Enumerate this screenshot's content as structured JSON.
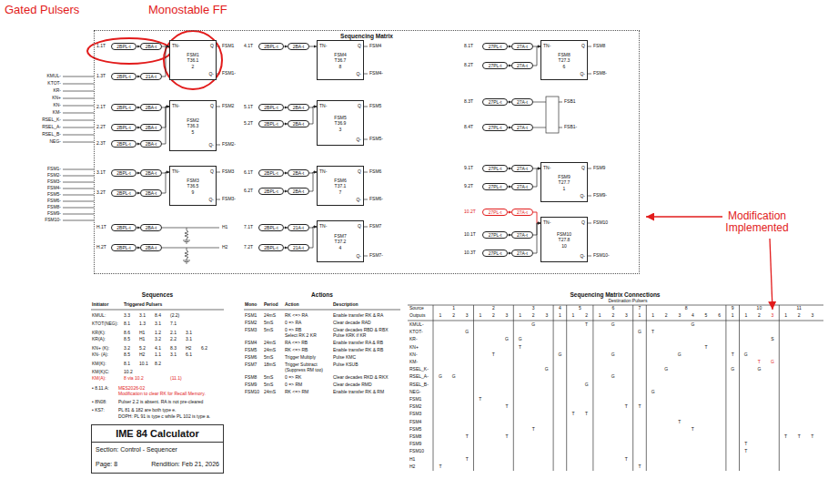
{
  "diagram": {
    "nodes": [
      {
        "text": [
          "Sequencing Matrix"
        ]
      },
      {
        "text": [
          "TN-",
          "FSM1 T36.1 2",
          "Q",
          "Q-"
        ],
        "in": 0
      },
      {
        "text": [
          "TN-",
          "FSM2 T36.3 5",
          "Q",
          "Q-"
        ],
        "in": 0
      },
      {
        "text": [
          "TN-",
          "FSM3 T36.5 9",
          "Q",
          "Q-"
        ],
        "in": 0
      },
      {
        "text": [
          "TN-",
          "FSM4 T36.7 8",
          "Q",
          "Q-"
        ],
        "in": 0
      },
      {
        "text": [
          "TN-",
          "FSM5 T36.9 3",
          "Q",
          "Q-"
        ],
        "in": 0
      },
      {
        "text": [
          "TN-",
          "FSM6 T37.1 7",
          "Q",
          "Q-"
        ],
        "in": 0
      },
      {
        "text": [
          "TN-",
          "FSM7 T37.2 4",
          "Q",
          "Q-"
        ],
        "in": 0
      },
      {
        "text": [
          "TN-",
          "FSM8 T27.3 6",
          "Q",
          "Q-"
        ],
        "in": 0
      },
      {
        "text": [
          "TN-",
          "FSM9 T27.7 1",
          "Q",
          "Q-"
        ],
        "in": 0
      },
      {
        "text": [
          "TN-",
          "FSM10 T27.8 10",
          "Q",
          "Q-"
        ],
        "in": 0
      },
      {
        "text": [
          "2BPL-t"
        ],
        "in": 0
      },
      {
        "text": [
          "2BA-t"
        ],
        "in": 0
      },
      {
        "text": [
          "2BPL-t"
        ],
        "in": 0
      },
      {
        "text": [
          "21A-t"
        ],
        "in": 0
      },
      {
        "text": [
          "2BPL-t"
        ],
        "in": 0
      },
      {
        "text": [
          "2BA-t"
        ],
        "in": 0
      },
      {
        "text": [
          "2BPL-t"
        ],
        "in": 0
      },
      {
        "text": [
          "2BA-t"
        ],
        "in": 0
      },
      {
        "text": [
          "2BPL-t"
        ],
        "in": 0
      },
      {
        "text": [
          "2BA-t"
        ],
        "in": 0
      },
      {
        "text": [
          "2BPL-t"
        ],
        "in": 0
      },
      {
        "text": [
          "2BA-t"
        ],
        "in": 0
      },
      {
        "text": [
          "2BPL-t"
        ],
        "in": 0
      },
      {
        "text": [
          "2BA-t"
        ],
        "in": 0
      },
      {
        "text": [
          "2BPL-t"
        ],
        "in": 0
      },
      {
        "text": [
          "2BA-t"
        ],
        "in": 0
      },
      {
        "text": [
          "2BPL-t"
        ],
        "in": 0
      },
      {
        "text": [
          "2BA-t"
        ],
        "in": 0
      },
      {
        "text": [
          "2BPL-t"
        ],
        "in": 0
      },
      {
        "text": [
          "2BA-t"
        ],
        "in": 0
      },
      {
        "text": [
          "2BPL-t"
        ],
        "in": 0
      },
      {
        "text": [
          "2BA-t"
        ],
        "in": 0
      },
      {
        "text": [
          "2BPL-t"
        ],
        "in": 0
      },
      {
        "text": [
          "2BA-t"
        ],
        "in": 0
      },
      {
        "text": [
          "2BPL-t"
        ],
        "in": 0
      },
      {
        "text": [
          "2BA-t"
        ],
        "in": 0
      },
      {
        "text": [
          "2BPL-t"
        ],
        "in": 0
      },
      {
        "text": [
          "2BA-t"
        ],
        "in": 0
      },
      {
        "text": [
          "2BPL-t"
        ],
        "in": 0
      },
      {
        "text": [
          "21A-t"
        ],
        "in": 0
      },
      {
        "text": [
          "2BPL-t"
        ],
        "in": 0
      },
      {
        "text": [
          "21A-t"
        ],
        "in": 0
      },
      {
        "text": [
          "27PL-t"
        ],
        "in": 0
      },
      {
        "text": [
          "27A-t"
        ],
        "in": 0
      },
      {
        "text": [
          "27PL-t"
        ],
        "in": 0
      },
      {
        "text": [
          "27A-t"
        ],
        "in": 0
      },
      {
        "text": [
          "27PL-t"
        ],
        "in": 0
      },
      {
        "text": [
          "27A-t"
        ],
        "in": 0
      },
      {
        "text": [
          "27PL-t"
        ],
        "in": 0
      },
      {
        "text": [
          "27A-t"
        ],
        "in": 0
      },
      {
        "text": [
          "27PL-t"
        ],
        "in": 0
      },
      {
        "text": [
          "27A-t"
        ],
        "in": 0
      },
      {
        "text": [
          "27PL-t"
        ],
        "in": 0
      },
      {
        "text": [
          "27A-t"
        ],
        "in": 0
      },
      {
        "text": [
          "27PL-t"
        ],
        "in": 0
      },
      {
        "text": [
          "27A-t"
        ],
        "in": 0
      },
      {
        "text": [
          "27PL-t"
        ],
        "in": 0
      },
      {
        "text": [
          "27A-t"
        ],
        "in": 0
      },
      {
        "text": [
          "27PL-t"
        ],
        "in": 0
      },
      {
        "text": [
          "27A-t"
        ],
        "in": 0
      },
      {
        "text": [
          "IME 84 Calculator",
          "Section: Control - Sequencer",
          "Page: 8",
          "Rendition: Feb 21, 2026"
        ]
      }
    ],
    "edges": [
      {
        "from": 11,
        "to": 12,
        "arrow": "to"
      },
      {
        "from": 12,
        "to": 1,
        "arrow": "to"
      },
      {
        "from": 13,
        "to": 14,
        "arrow": "to"
      },
      {
        "from": 14,
        "to": 1,
        "arrow": "to"
      },
      {
        "from": 15,
        "to": 16,
        "arrow": "to"
      },
      {
        "from": 16,
        "to": 2,
        "arrow": "to"
      },
      {
        "from": 17,
        "to": 18,
        "arrow": "to"
      },
      {
        "from": 18,
        "to": 2,
        "arrow": "to"
      },
      {
        "from": 19,
        "to": 20,
        "arrow": "to"
      },
      {
        "from": 20,
        "to": 2,
        "arrow": "to"
      },
      {
        "from": 21,
        "to": 22,
        "arrow": "to"
      },
      {
        "from": 22,
        "to": 3,
        "arrow": "to"
      },
      {
        "from": 23,
        "to": 24,
        "arrow": "to"
      },
      {
        "from": 24,
        "to": 3,
        "arrow": "to"
      },
      {
        "from": 25,
        "to": 26,
        "arrow": "to"
      },
      {
        "from": 27,
        "to": 28,
        "arrow": "to"
      },
      {
        "from": 29,
        "to": 30,
        "arrow": "to"
      },
      {
        "from": 30,
        "to": 4,
        "arrow": "to"
      },
      {
        "from": 31,
        "to": 32,
        "arrow": "to"
      },
      {
        "from": 32,
        "to": 5,
        "arrow": "to"
      },
      {
        "from": 33,
        "to": 34,
        "arrow": "to"
      },
      {
        "from": 34,
        "to": 5,
        "arrow": "to"
      },
      {
        "from": 35,
        "to": 36,
        "arrow": "to"
      },
      {
        "from": 36,
        "to": 6,
        "arrow": "to"
      },
      {
        "from": 37,
        "to": 38,
        "arrow": "to"
      },
      {
        "from": 38,
        "to": 6,
        "arrow": "to"
      },
      {
        "from": 39,
        "to": 40,
        "arrow": "to"
      },
      {
        "from": 40,
        "to": 7,
        "arrow": "to"
      },
      {
        "from": 41,
        "to": 42,
        "arrow": "to"
      },
      {
        "from": 42,
        "to": 7,
        "arrow": "to"
      },
      {
        "from": 43,
        "to": 44,
        "arrow": "to"
      },
      {
        "from": 44,
        "to": 8,
        "arrow": "to"
      },
      {
        "from": 45,
        "to": 46,
        "arrow": "to"
      },
      {
        "from": 46,
        "to": 8,
        "arrow": "to"
      },
      {
        "from": 47,
        "to": 48,
        "arrow": "to"
      },
      {
        "from": 49,
        "to": 50,
        "arrow": "to"
      },
      {
        "from": 51,
        "to": 52,
        "arrow": "to"
      },
      {
        "from": 52,
        "to": 9,
        "arrow": "to"
      },
      {
        "from": 53,
        "to": 54,
        "arrow": "to"
      },
      {
        "from": 54,
        "to": 9,
        "arrow": "to"
      },
      {
        "from": 55,
        "to": 56,
        "arrow": "to"
      },
      {
        "from": 56,
        "to": 10,
        "arrow": "to"
      },
      {
        "from": 57,
        "to": 58,
        "arrow": "to"
      },
      {
        "from": 58,
        "to": 10,
        "arrow": "to"
      },
      {
        "from": 59,
        "to": 60,
        "arrow": "to"
      },
      {
        "from": 60,
        "to": 10,
        "arrow": "to"
      }
    ],
    "labels": [
      "Gated Pulsers",
      "Monostable FF",
      "Modification Implemented",
      "KMUL-",
      "KTOT-",
      "KR-",
      "KN+",
      "KN-",
      "KM-",
      "RSEL_K-",
      "RSEL_A-",
      "RSEL_B-",
      "NEG-",
      "FSM1-",
      "FSM2-",
      "FSM3-",
      "FSM4-",
      "FSM5-",
      "FSM6-",
      "FSM8-",
      "FSM9-",
      "FSM10-",
      "1.1T",
      "1.3T",
      "2.1T",
      "2.2T",
      "2.3T",
      "3.1T",
      "3.2T",
      "H.1T",
      "H.2T",
      "4.1T",
      "5.1T",
      "5.2T",
      "6.1T",
      "6.2T",
      "7.1T",
      "7.2T",
      "8.1T",
      "8.2T",
      "8.3T",
      "8.4T",
      "9.1T",
      "9.2T",
      "10.2T",
      "10.1T",
      "10.3T",
      "FSM1",
      "FSM1-",
      "FSM2",
      "FSM2-",
      "FSM3",
      "FSM3-",
      "FSM4",
      "FSM4-",
      "FSM5",
      "FSM5-",
      "FSM6",
      "FSM6-",
      "FSM7",
      "FSM7-",
      "FSM8",
      "FSM8-",
      "FSM9",
      "FSM9-",
      "FSM10",
      "FSM10-",
      "H1",
      "H2",
      "FSB1",
      "FSB1-",
      "Sequences",
      "Initiator",
      "Triggered Pulsers",
      "KMUL:",
      "3.3",
      "3.1",
      "8.4",
      "(2.2)",
      "KTOT(NEG):",
      "8.1",
      "1.3",
      "3.1",
      "7.1",
      "KR(K):",
      "8.6",
      "H1",
      "1.2",
      "2.1",
      "3.1",
      "KR(A):",
      "8.5",
      "H1",
      "3.2",
      "2.2",
      "3.1",
      "KN+ (K):",
      "3.2",
      "5.2",
      "4.1",
      "8.3",
      "H2",
      "6.2",
      "KN- (A):",
      "8.5",
      "H2",
      "1.1",
      "3.1",
      "6.1",
      "KM(K):",
      "8.1",
      "10.1",
      "8.2",
      "KM(K)C:",
      "10.2",
      "KM(A):",
      "8 via 10.2",
      "(11.1)",
      "• 8.11.A:",
      "MES2026-02",
      "Modification to clear RK for Recall Memory.",
      "• 8N08:",
      "Pulser 2.2 is absent. RA is not pre-cleared",
      "• KS7:",
      "PL 81 & 182 are both type e.",
      "DOPH: PL 91 is type c while PL 102 is type a.",
      "Actions",
      "Mono",
      "Period",
      "Action",
      "Description",
      "FSM1",
      "24mS",
      "RK <=> RA",
      "Enable transfer RK & RA",
      "FSM2",
      "5mS",
      "0 => RA",
      "Clear decade RAD",
      "FSM3",
      "5mS",
      "0 => RB",
      "Select RK 2 KR",
      "Clear decades RBD & RBX",
      "Pulse KRK if KR",
      "FSM4",
      "24mS",
      "RA <=> RB",
      "Enable transfer RA & RB",
      "FSM5",
      "24mS",
      "RK <=> RB",
      "Enable transfer RK & RB",
      "FSM6",
      "5mS",
      "Trigger Multiply",
      "Pulse KMC",
      "FSM7",
      "18mS",
      "Trigger Subtract",
      "(Suppress RM too)",
      "Pulse KSUB",
      "FSM8",
      "5mS",
      "0 => RK",
      "Clear decades RKD & RKX",
      "FSM9",
      "5mS",
      "0 => RM",
      "Clear decade RMD",
      "FSM10",
      "24mS",
      "RK <=> RM",
      "Enable transfer RK & RM",
      "Sequencing Matrix Connections",
      "Destination Pulsers",
      "Source",
      "Outputs",
      "1",
      "2",
      "3",
      "4",
      "5",
      "6",
      "7",
      "8",
      "9",
      "10",
      "11",
      "1",
      "2",
      "3",
      "1",
      "2",
      "3",
      "1",
      "2",
      "3",
      "1",
      "1",
      "2",
      "1",
      "2",
      "3",
      "1",
      "1",
      "2",
      "3",
      "4",
      "5",
      "6",
      "1",
      "1",
      "2",
      "3",
      "1",
      "2",
      "3",
      "KMUL-",
      "KTOT-",
      "KR-",
      "KN+",
      "KN-",
      "KM-",
      "RSEL_K-",
      "RSEL_A-",
      "RSEL_B-",
      "NEG-",
      "FSM1",
      "FSM2",
      "FSM3",
      "FSM4",
      "FSM5",
      "FSM8",
      "FSM9",
      "FSM10",
      "H1",
      "H2",
      "G",
      "T",
      "G",
      "G",
      "G",
      "G",
      "T",
      "G",
      "G",
      "S",
      "T",
      "T",
      "T",
      "G",
      "G",
      "G",
      "T",
      "G",
      "T",
      "G",
      "G",
      "G",
      "G",
      "G",
      "G",
      "G",
      "G",
      "G",
      "G",
      "T",
      "T",
      "T",
      "T",
      "T",
      "T",
      "T",
      "T",
      "T",
      "T",
      "T",
      "T",
      "T",
      "T",
      "T",
      "T",
      "T",
      "T",
      "T",
      "T"
    ]
  }
}
